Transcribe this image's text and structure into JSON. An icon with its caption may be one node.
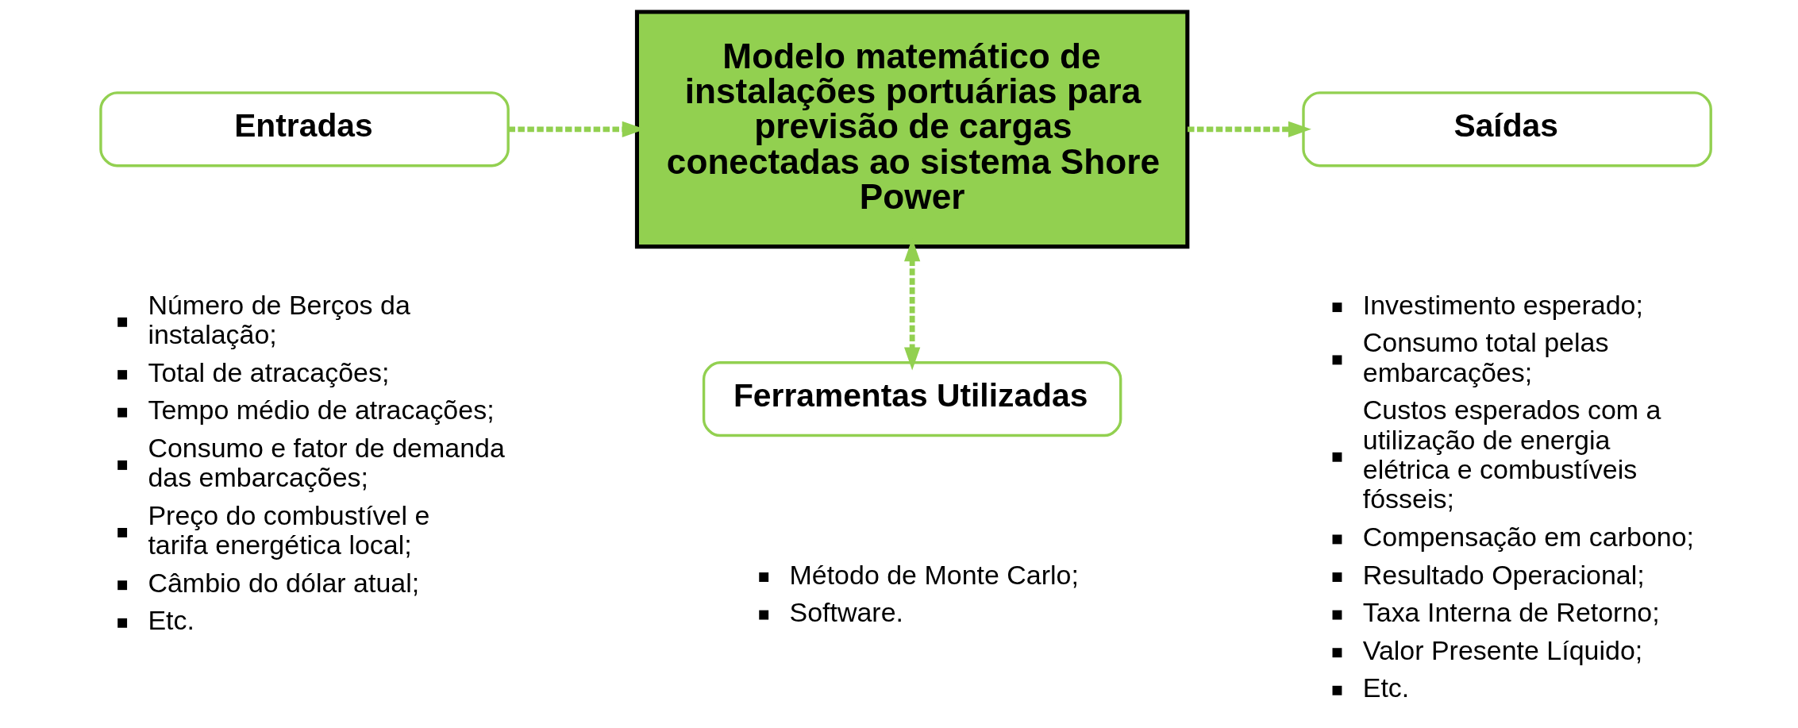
{
  "diagram": {
    "nodes": [
      {
        "text": [
          "Entradas"
        ],
        "beside": [
          "Número de Berços da instalação;",
          "Total de atracações;",
          "Tempo médio de atracações;",
          "Consumo e fator de demanda das embarcações;",
          "Preço do combustível e tarifa energética local;",
          "Câmbio do dólar atual;",
          "Etc."
        ]
      },
      {
        "text": [
          "Modelo matemático de instalações portuárias para previsão de cargas conectadas ao sistema Shore Power"
        ]
      },
      {
        "text": [
          "Saídas"
        ],
        "beside": [
          "Investimento esperado;",
          "Consumo total pelas embarcações;",
          "Custos esperados com a utilização de energia elétrica e combustíveis fósseis;",
          "Compensação em carbono;",
          "Resultado Operacional;",
          "Taxa Interna de Retorno;",
          "Valor Presente Líquido;",
          "Etc."
        ]
      },
      {
        "text": [
          "Ferramentas Utilizadas"
        ],
        "beside": [
          "Método de Monte Carlo;",
          "Software."
        ]
      }
    ],
    "edges": [
      {
        "from": 0,
        "to": 1,
        "arrow": "to",
        "style": "dashed"
      },
      {
        "from": 1,
        "to": 2,
        "arrow": "to",
        "style": "dashed"
      },
      {
        "from": 1,
        "to": 3,
        "arrow": "both",
        "style": "dashed"
      }
    ]
  }
}
